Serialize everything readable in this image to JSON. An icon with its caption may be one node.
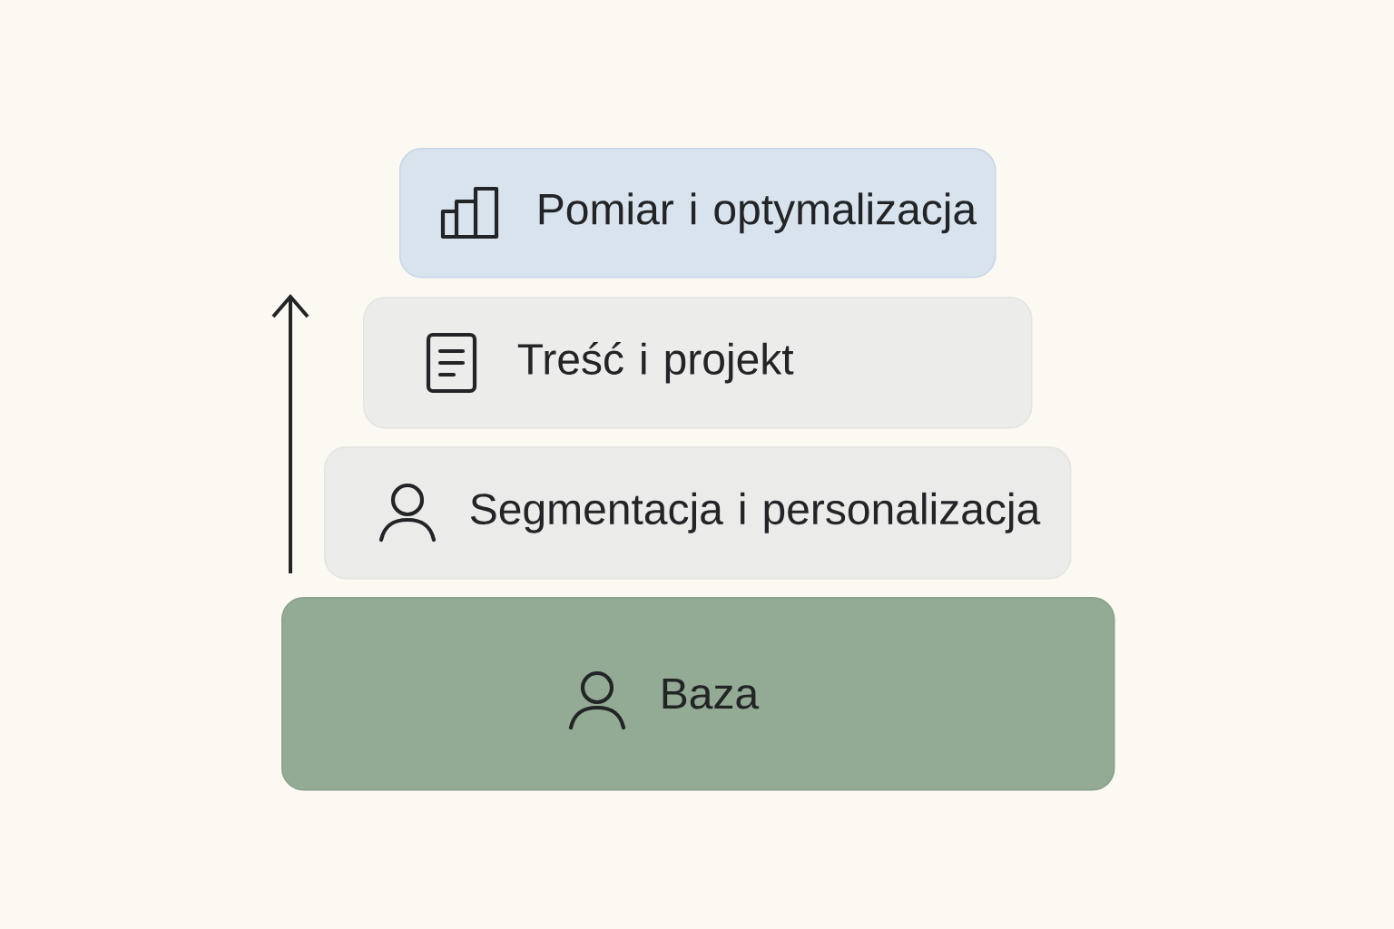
{
  "diagram": {
    "nodes": [
      {
        "text": [
          "Pomiar i optymalizacja"
        ]
      },
      {
        "text": [
          "Treść i projekt"
        ]
      },
      {
        "text": [
          "Segmentacja i personalizacja"
        ]
      },
      {
        "text": [
          "Baza"
        ]
      }
    ]
  }
}
